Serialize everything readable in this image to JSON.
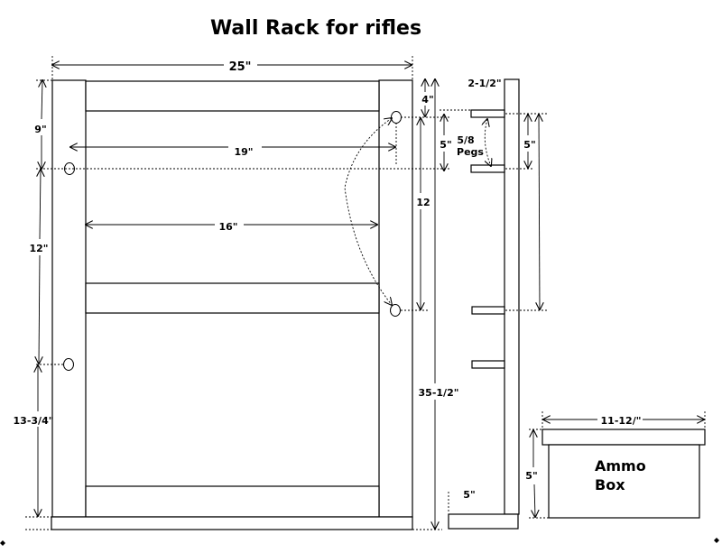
{
  "title": "Wall Rack for rifles",
  "front_view": {
    "width_label": "25\"",
    "top_label": "9\"",
    "peg_span_label": "19\"",
    "inner_width_label": "16\"",
    "middle_label": "12\"",
    "bottom_label": "13-3/4\"",
    "top_right_label": "4\"",
    "peg_spacing_label": "12",
    "total_height_label": "35-1/2\""
  },
  "side_view": {
    "peg_length_label": "2-1/2\"",
    "peg_gap_label": "5\"",
    "pegs_label_line1": "5/8",
    "pegs_label_line2": "Pegs",
    "right_gap_label": "5\"",
    "base_label": "5\""
  },
  "ammo_box": {
    "width_label": "11-12/\"",
    "height_label": "5\"",
    "label_line1": "Ammo",
    "label_line2": "Box"
  }
}
